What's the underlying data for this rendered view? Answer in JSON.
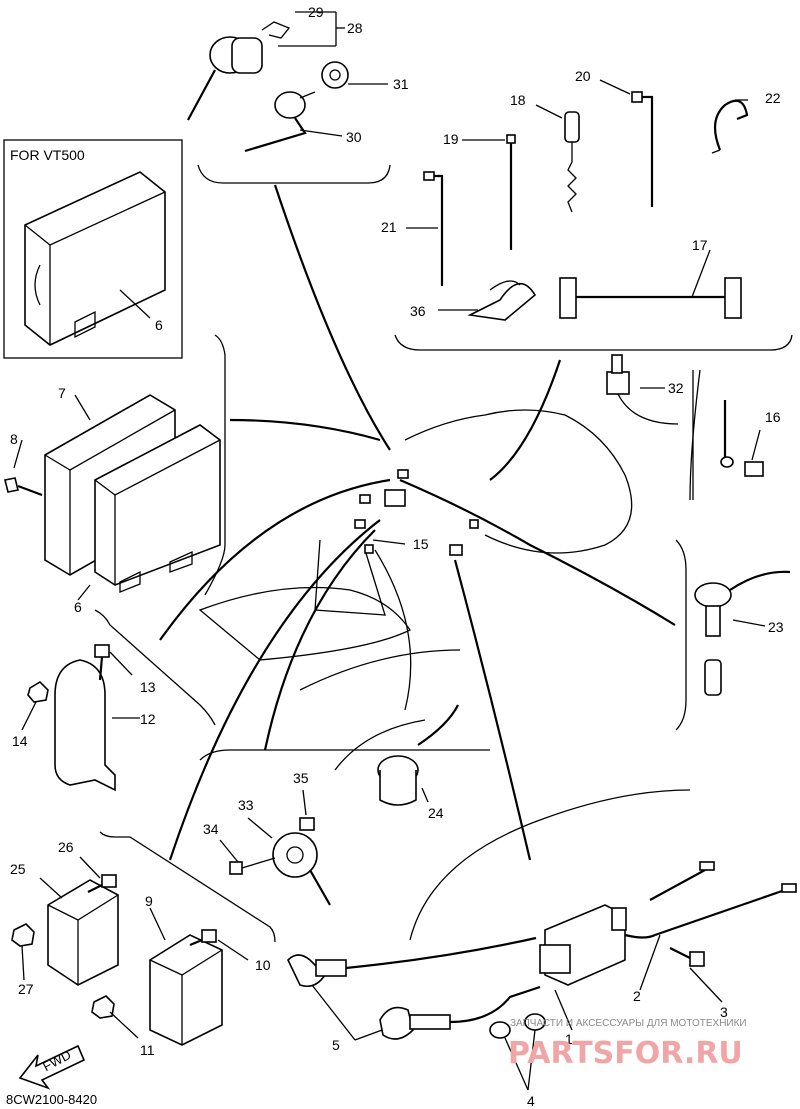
{
  "inset": {
    "title": "FOR VT500"
  },
  "callouts": [
    {
      "id": "c1",
      "text": "1"
    },
    {
      "id": "c2",
      "text": "2"
    },
    {
      "id": "c3",
      "text": "3"
    },
    {
      "id": "c4",
      "text": "4"
    },
    {
      "id": "c5",
      "text": "5"
    },
    {
      "id": "c6a",
      "text": "6"
    },
    {
      "id": "c6b",
      "text": "6"
    },
    {
      "id": "c7",
      "text": "7"
    },
    {
      "id": "c8",
      "text": "8"
    },
    {
      "id": "c9",
      "text": "9"
    },
    {
      "id": "c10",
      "text": "10"
    },
    {
      "id": "c11",
      "text": "11"
    },
    {
      "id": "c12",
      "text": "12"
    },
    {
      "id": "c13",
      "text": "13"
    },
    {
      "id": "c14",
      "text": "14"
    },
    {
      "id": "c15",
      "text": "15"
    },
    {
      "id": "c16",
      "text": "16"
    },
    {
      "id": "c17",
      "text": "17"
    },
    {
      "id": "c18",
      "text": "18"
    },
    {
      "id": "c19",
      "text": "19"
    },
    {
      "id": "c20",
      "text": "20"
    },
    {
      "id": "c21",
      "text": "21"
    },
    {
      "id": "c22",
      "text": "22"
    },
    {
      "id": "c23",
      "text": "23"
    },
    {
      "id": "c24",
      "text": "24"
    },
    {
      "id": "c25",
      "text": "25"
    },
    {
      "id": "c26",
      "text": "26"
    },
    {
      "id": "c27",
      "text": "27"
    },
    {
      "id": "c28",
      "text": "28"
    },
    {
      "id": "c29",
      "text": "29"
    },
    {
      "id": "c30",
      "text": "30"
    },
    {
      "id": "c31",
      "text": "31"
    },
    {
      "id": "c32",
      "text": "32"
    },
    {
      "id": "c33",
      "text": "33"
    },
    {
      "id": "c34",
      "text": "34"
    },
    {
      "id": "c35",
      "text": "35"
    },
    {
      "id": "c36",
      "text": "36"
    }
  ],
  "fwd_label": "FWD",
  "diagram_code": "8CW2100-8420",
  "watermark": {
    "subtitle": "ЗАПЧАСТИ И АКСЕССУАРЫ ДЛЯ МОТОТЕХНИКИ",
    "logo": "PARTSFOR.RU"
  }
}
